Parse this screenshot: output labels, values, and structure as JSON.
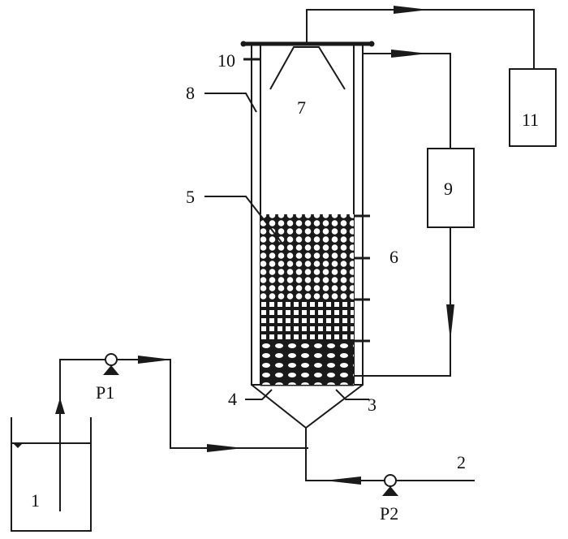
{
  "labels": {
    "n1": "1",
    "n2": "2",
    "n3": "3",
    "n4": "4",
    "n5": "5",
    "n6": "6",
    "n7": "7",
    "n8": "8",
    "n9": "9",
    "n10": "10",
    "n11": "11",
    "p1": "P1",
    "p2": "P2"
  },
  "colors": {
    "line": "#1a1a1a",
    "background": "#ffffff"
  }
}
